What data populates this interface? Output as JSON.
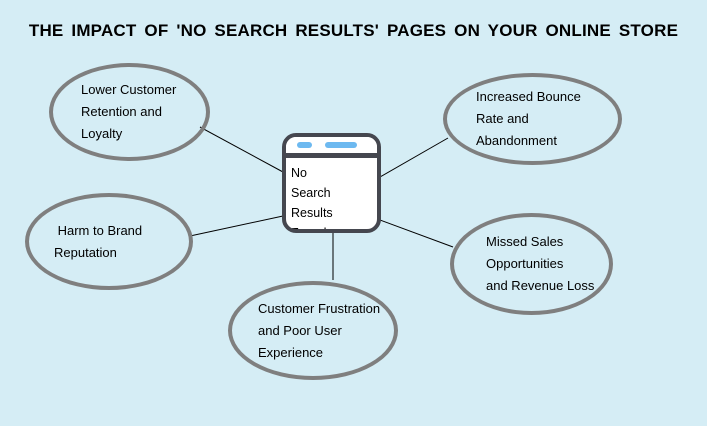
{
  "title": "THE IMPACT OF 'NO SEARCH RESULTS' PAGES ON YOUR ONLINE STORE",
  "center_node": {
    "icon": "browser-window-icon",
    "text": "No\nSearch Results\nFound"
  },
  "nodes": [
    {
      "id": "lower-customer-retention",
      "position": "top-left",
      "text": "Lower Customer\nRetention and\nLoyalty"
    },
    {
      "id": "increased-bounce-rate",
      "position": "top-right",
      "text": "Increased Bounce\nRate and\nAbandonment"
    },
    {
      "id": "harm-to-brand",
      "position": "middle-left",
      "text": " Harm to Brand\nReputation"
    },
    {
      "id": "missed-sales",
      "position": "middle-right",
      "text": "Missed Sales\nOpportunities\nand Revenue Loss"
    },
    {
      "id": "customer-frustration",
      "position": "bottom-center",
      "text": "Customer Frustration\nand Poor User\nExperience"
    }
  ],
  "colors": {
    "bg": "#d5edf5",
    "ellipse-border": "#7f7f7f",
    "icon-border": "#45474f",
    "pill": "#6db9f0",
    "text": "#000000",
    "node-fill": "#ffffff"
  }
}
